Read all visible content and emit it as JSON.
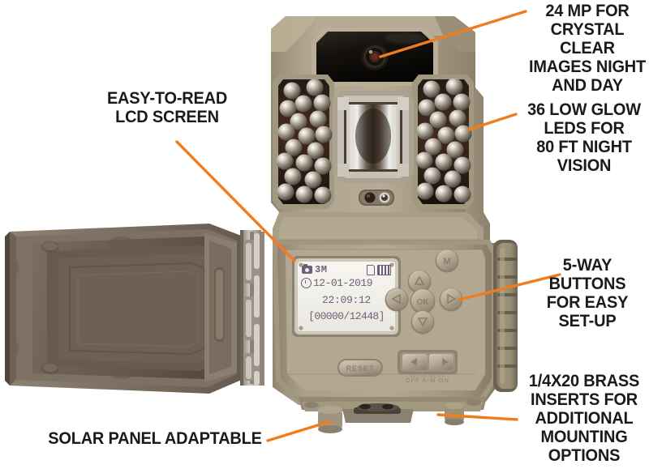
{
  "page": {
    "title": "Trail Camera Feature Callouts",
    "background": "#ffffff",
    "accent_color": "#f07c1e",
    "text_color": "#1a1a1a"
  },
  "callouts": [
    {
      "id": "mp",
      "text": "24 MP FOR\nCRYSTAL CLEAR\nIMAGES NIGHT\nAND DAY",
      "side": "right"
    },
    {
      "id": "leds",
      "text": "36 LOW GLOW\nLEDS FOR\n80 FT NIGHT\nVISION",
      "side": "right"
    },
    {
      "id": "five",
      "text": "5-WAY\nBUTTONS\nFOR EASY\nSET-UP",
      "side": "right"
    },
    {
      "id": "brass",
      "text": "1/4X20 BRASS\nINSERTS FOR\nADDITIONAL\nMOUNTING\nOPTIONS",
      "side": "right"
    },
    {
      "id": "lcd",
      "text": "EASY-TO-READ\nLCD SCREEN",
      "side": "left"
    },
    {
      "id": "solar",
      "text": "SOLAR PANEL ADAPTABLE",
      "side": "left"
    }
  ],
  "lcd_screen": {
    "mode_label": "3M",
    "date": "12-01-2019",
    "time": "22:09:12",
    "counter": "[00000/12448]",
    "camera_icon": "camera-icon",
    "clock_icon": "clock-icon",
    "card_icon": "sd-card-icon",
    "battery_icon": "battery-icon",
    "lcd_text_color": "#6d5f7a",
    "lcd_bg_color": "#f2f1ec"
  },
  "controls": {
    "up_label": "△",
    "down_label": "▽",
    "left_label": "◁",
    "right_label": "▷",
    "ok_label": "OK",
    "menu_label": "M",
    "reset_label": "RESET",
    "mode_switch_left": "◀",
    "mode_switch_right": "▶",
    "mode_switch_caption": "OFF  AIM  ON"
  },
  "hardware": {
    "body_color": "#a99d85",
    "body_shadow_color": "#8a7f69",
    "door_color": "#6f6356",
    "door_inner_color": "#5d5147",
    "hinge_color": "#bdb7ab",
    "led_count_left": 18,
    "led_count_right": 18,
    "lens_label": "camera-lens",
    "pir_label": "pir-motion-sensor",
    "strap_channel_label": "strap-channel"
  }
}
